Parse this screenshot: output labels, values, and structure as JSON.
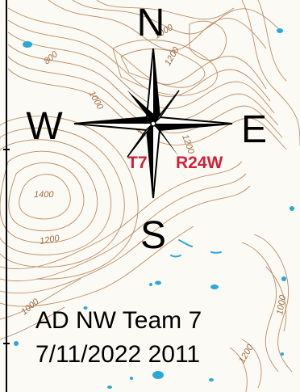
{
  "compass": {
    "north": "N",
    "south": "S",
    "east": "E",
    "west": "W"
  },
  "township_label": "T7",
  "range_label": "R24W",
  "contour_labels": [
    "800",
    "1000",
    "1000",
    "1200",
    "1000",
    "1200",
    "1400",
    "1200",
    "1000",
    "1000",
    "1200"
  ],
  "caption": {
    "line1": "AD NW Team 7",
    "line2": "7/11/2022 2011"
  },
  "colors": {
    "contour": "#b07a4f",
    "water": "#29a9d6",
    "label_red": "#d0203a",
    "background": "#fbfaf4"
  }
}
